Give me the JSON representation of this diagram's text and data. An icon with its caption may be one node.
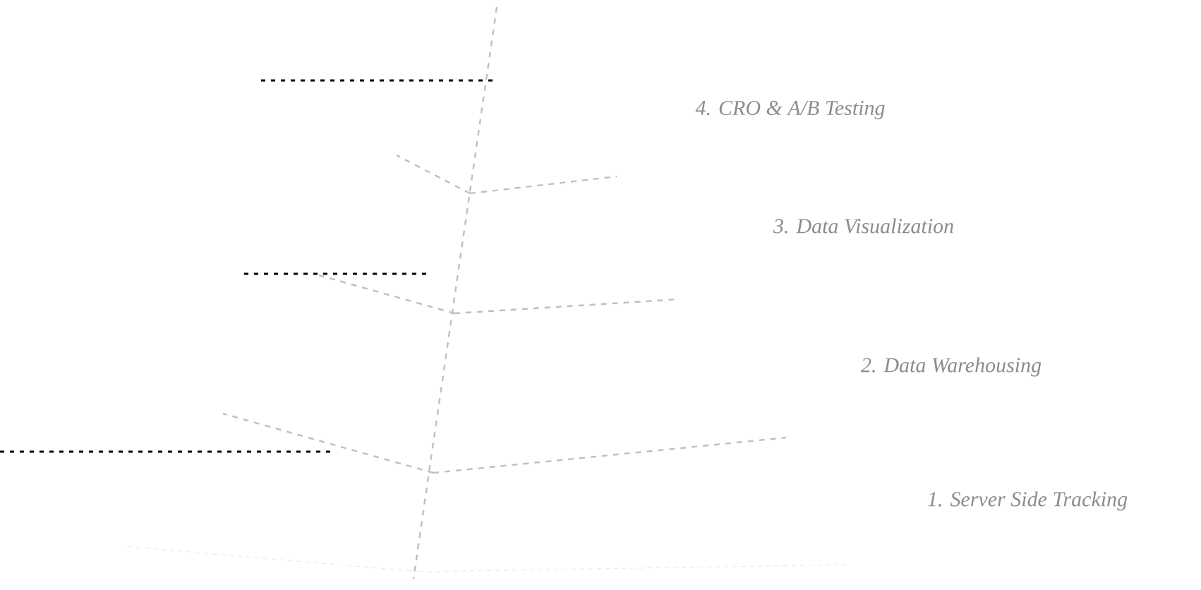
{
  "diagram": {
    "labels": [
      "4. CRO & A/B Testing",
      "3. Data Visualization",
      "2. Data Warehousing",
      "1. Server Side Tracking"
    ]
  }
}
